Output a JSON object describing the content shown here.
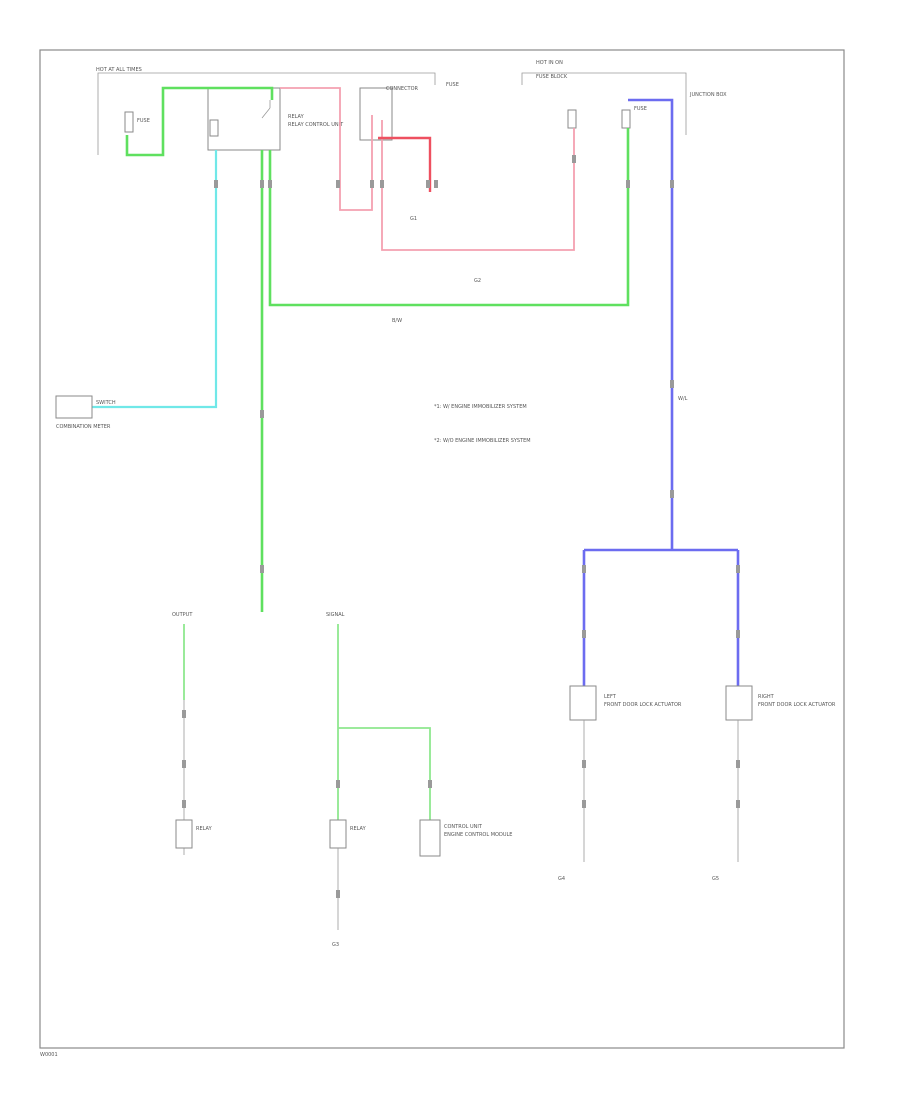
{
  "diagram": {
    "colors": {
      "frame": "#8a8a8a",
      "wire_green": "#5fe05f",
      "wire_pink": "#f4a0b0",
      "wire_red": "#ee5060",
      "wire_blue": "#6c6cf0",
      "wire_cyan": "#70e8e8",
      "wire_light_green": "#8fe88f"
    },
    "labels": {
      "hot_all_times": "HOT AT ALL TIMES",
      "hot_in_on": "HOT IN ON",
      "fuse_left": "FUSE",
      "relay": "RELAY",
      "relay_desc": "RELAY CONTROL UNIT",
      "fuse_block": "FUSE BLOCK",
      "junction": "JUNCTION BOX",
      "fuse_mid": "FUSE",
      "fuse_right": "FUSE",
      "connector_top": "CONNECTOR",
      "ground_top": "G1",
      "ground_mid": "G2",
      "wire_ref1": "B/W",
      "wire_ref2": "W/L",
      "note1": "*1: W/ ENGINE IMMOBILIZER SYSTEM",
      "note2": "*2: W/O ENGINE IMMOBILIZER SYSTEM",
      "left_comp": "SWITCH",
      "left_comp_desc": "COMBINATION METER",
      "bottom_left_top": "OUTPUT",
      "bottom_mid_top": "SIGNAL",
      "relay_lower_a": "RELAY",
      "relay_lower_b": "RELAY",
      "lower_comp": "CONTROL UNIT",
      "lower_comp_desc": "ENGINE CONTROL MODULE",
      "ground_bottom": "G3",
      "left_unit": "LEFT",
      "left_unit_desc": "FRONT DOOR LOCK ACTUATOR",
      "right_unit": "RIGHT",
      "right_unit_desc": "FRONT DOOR LOCK ACTUATOR",
      "ground_left": "G4",
      "ground_right": "G5",
      "corner_code": "W0001"
    }
  }
}
